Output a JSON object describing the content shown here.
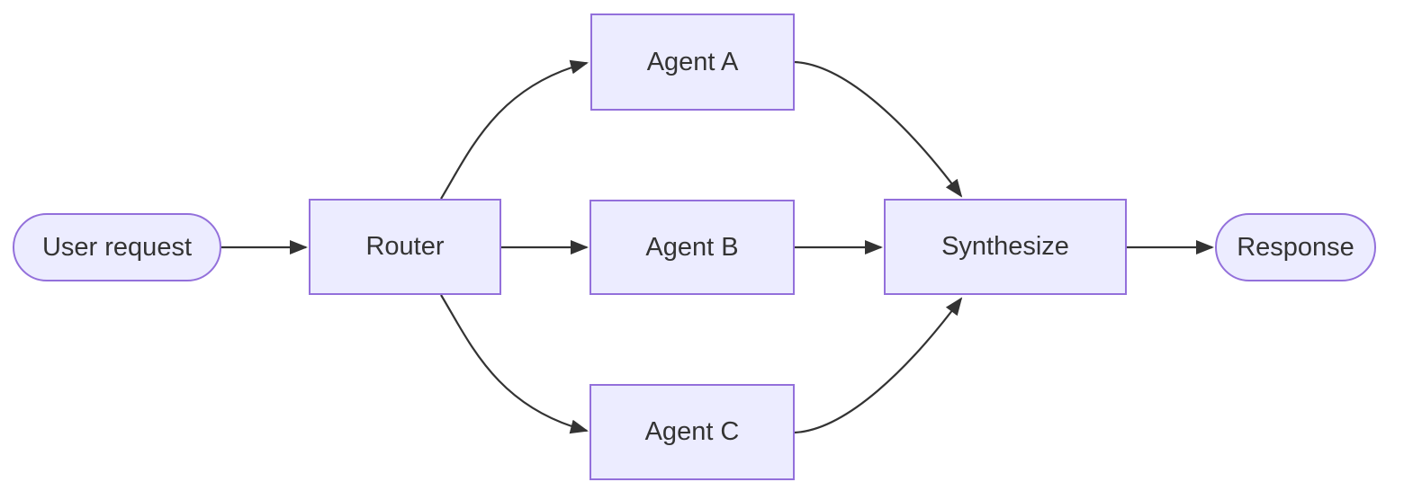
{
  "diagram": {
    "type": "flowchart",
    "direction": "left-to-right",
    "nodes": [
      {
        "id": "user_request",
        "label": "User request",
        "shape": "stadium"
      },
      {
        "id": "router",
        "label": "Router",
        "shape": "rectangle"
      },
      {
        "id": "agent_a",
        "label": "Agent A",
        "shape": "rectangle"
      },
      {
        "id": "agent_b",
        "label": "Agent B",
        "shape": "rectangle"
      },
      {
        "id": "agent_c",
        "label": "Agent C",
        "shape": "rectangle"
      },
      {
        "id": "synthesize",
        "label": "Synthesize",
        "shape": "rectangle"
      },
      {
        "id": "response",
        "label": "Response",
        "shape": "stadium"
      }
    ],
    "edges": [
      {
        "from": "user_request",
        "to": "router"
      },
      {
        "from": "router",
        "to": "agent_a"
      },
      {
        "from": "router",
        "to": "agent_b"
      },
      {
        "from": "router",
        "to": "agent_c"
      },
      {
        "from": "agent_a",
        "to": "synthesize"
      },
      {
        "from": "agent_b",
        "to": "synthesize"
      },
      {
        "from": "agent_c",
        "to": "synthesize"
      },
      {
        "from": "synthesize",
        "to": "response"
      }
    ],
    "colors": {
      "node_fill": "#ECECFF",
      "node_border": "#9370DB",
      "edge": "#333333",
      "text": "#333333",
      "background": "#FFFFFF"
    }
  }
}
